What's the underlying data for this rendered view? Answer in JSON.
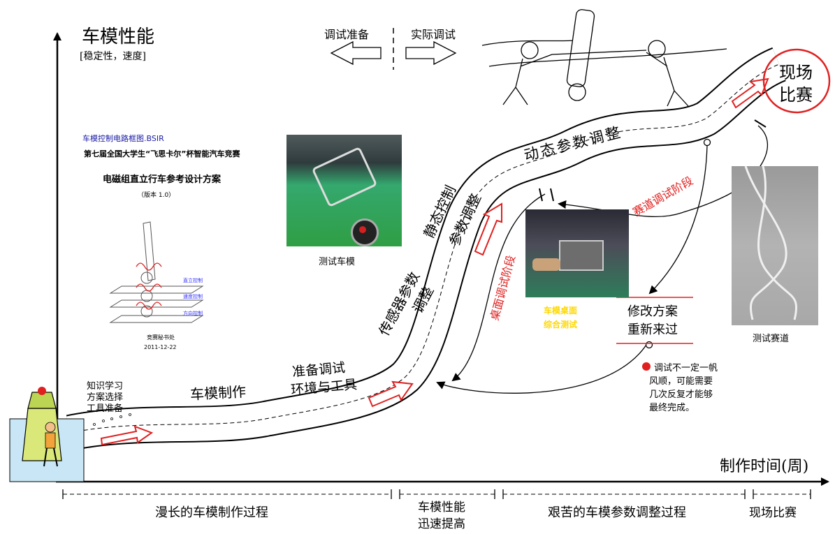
{
  "y_axis": {
    "title": "车模性能",
    "subtitle": "[稳定性，速度]"
  },
  "x_axis": {
    "title": "制作时间(周)"
  },
  "arrow_legend": {
    "left": "调试准备",
    "right": "实际调试"
  },
  "finish": {
    "line1": "现场",
    "line2": "比赛"
  },
  "stages": {
    "knowledge": [
      "知识学习",
      "方案选择",
      "工具准备"
    ],
    "build": "车模制作",
    "prepare": [
      "准备调试",
      "环境与工具"
    ],
    "sensor": [
      "传感器参数",
      "调整"
    ],
    "static": [
      "静态控制",
      "参数调整"
    ],
    "dynamic": "动态参数调整"
  },
  "loops": {
    "desk": "桌面调试阶段",
    "track": "赛道调试阶段"
  },
  "document": {
    "header": "车模控制电路框图.BSIR",
    "contest": "第七届全国大学生“飞思卡尔”杯智能汽车竞赛",
    "title": "电磁组直立行车参考设计方案",
    "version": "（版本 1.0）",
    "labels": [
      "直立控制",
      "速度控制",
      "方向控制"
    ],
    "footer": "竞赛秘书处",
    "date": "2011-12-22"
  },
  "photos": {
    "car": "测试车模",
    "desk": [
      "车模桌面",
      "综合测试"
    ],
    "track": "测试赛道"
  },
  "revise": {
    "line1": "修改方案",
    "line2": "重新来过"
  },
  "note": [
    "调试不一定一帆",
    "风顺，可能需要",
    "几次反复才能够",
    "最终完成。"
  ],
  "timeline": [
    "漫长的车模制作过程",
    "车模性能",
    "迅速提高",
    "艰苦的车模参数调整过程",
    "现场比赛"
  ],
  "colors": {
    "red": "#e02020",
    "yellow": "#ffd800",
    "blue": "#3030ff",
    "green": "#2f9e44"
  }
}
